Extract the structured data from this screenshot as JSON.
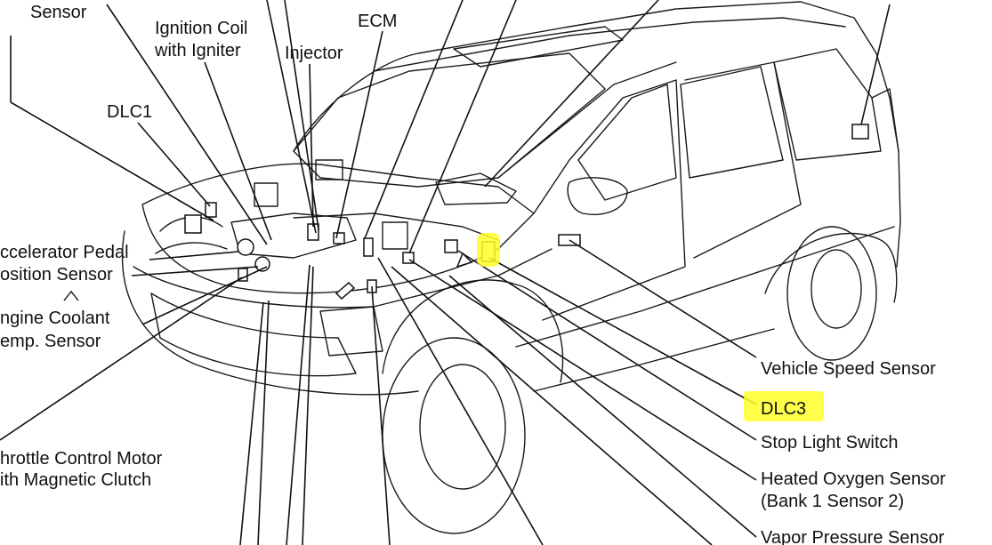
{
  "labels": {
    "sensor_top": "Sensor",
    "ignition_coil": [
      "Ignition Coil",
      "with Igniter"
    ],
    "ecm": "ECM",
    "injector": "Injector",
    "dlc1": "DLC1",
    "accelerator_pedal": [
      "ccelerator Pedal",
      "osition Sensor"
    ],
    "engine_coolant": [
      "ngine Coolant",
      "emp. Sensor"
    ],
    "throttle_motor": [
      "hrottle Control Motor",
      "ith Magnetic Clutch"
    ],
    "vehicle_speed": "Vehicle Speed Sensor",
    "dlc3": "DLC3",
    "stop_light": "Stop Light Switch",
    "heated_oxygen": [
      "Heated Oxygen Sensor",
      "(Bank 1 Sensor 2)"
    ],
    "vapor_pressure": "Vapor Pressure Sensor"
  },
  "highlight_color": "#ffff2a"
}
